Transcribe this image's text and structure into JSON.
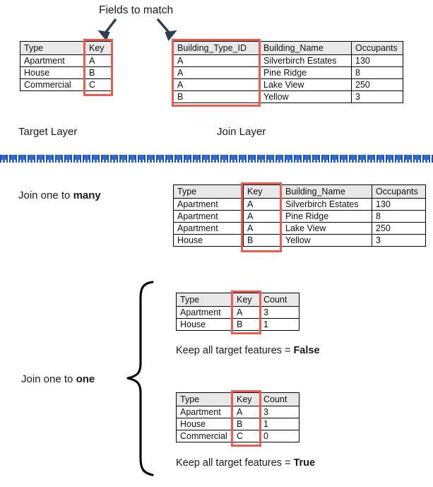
{
  "annotations": {
    "fields_to_match": "Fields to match",
    "target_layer": "Target Layer",
    "join_layer": "Join Layer",
    "join_one_to_many_prefix": "Join one to ",
    "join_one_to_many_emphasis": "many",
    "join_one_to_one_prefix": "Join one to ",
    "join_one_to_one_emphasis": "one",
    "keep_all_false_prefix": "Keep all target features = ",
    "keep_all_false_emphasis": "False",
    "keep_all_true_prefix": "Keep all target features = ",
    "keep_all_true_emphasis": "True"
  },
  "colors": {
    "highlight": "#ED5B51",
    "arrow": "#2C3E50",
    "divider_dark": "#1F4FB5",
    "divider_light": "#2E6BD6",
    "header_fill": "#E8E8E8",
    "border": "#000000",
    "text": "#1a1a1a"
  },
  "tables": {
    "target_layer": {
      "columns": [
        "Type",
        "Key"
      ],
      "rows": [
        [
          "Apartment",
          "A"
        ],
        [
          "House",
          "B"
        ],
        [
          "Commercial",
          "C"
        ]
      ],
      "highlight_column": "Key"
    },
    "join_layer": {
      "columns": [
        "Building_Type_ID",
        "Building_Name",
        "Occupants"
      ],
      "rows": [
        [
          "A",
          "Silverbirch Estates",
          "130"
        ],
        [
          "A",
          "Pine Ridge",
          "8"
        ],
        [
          "A",
          "Lake View",
          "250"
        ],
        [
          "B",
          "Yellow",
          "3"
        ]
      ],
      "highlight_column": "Building_Type_ID"
    },
    "one_to_many_result": {
      "columns": [
        "Type",
        "Key",
        "Building_Name",
        "Occupants"
      ],
      "rows": [
        [
          "Apartment",
          "A",
          "Silverbirch Estates",
          "130"
        ],
        [
          "Apartment",
          "A",
          "Pine Ridge",
          "8"
        ],
        [
          "Apartment",
          "A",
          "Lake View",
          "250"
        ],
        [
          "House",
          "B",
          "Yellow",
          "3"
        ]
      ],
      "highlight_column": "Key"
    },
    "one_to_one_false": {
      "columns": [
        "Type",
        "Key",
        "Count"
      ],
      "rows": [
        [
          "Apartment",
          "A",
          "3"
        ],
        [
          "House",
          "B",
          "1"
        ]
      ],
      "highlight_column": "Key"
    },
    "one_to_one_true": {
      "columns": [
        "Type",
        "Key",
        "Count"
      ],
      "rows": [
        [
          "Apartment",
          "A",
          "3"
        ],
        [
          "House",
          "B",
          "1"
        ],
        [
          "Commercial",
          "C",
          "0"
        ]
      ],
      "highlight_column": "Key"
    }
  }
}
